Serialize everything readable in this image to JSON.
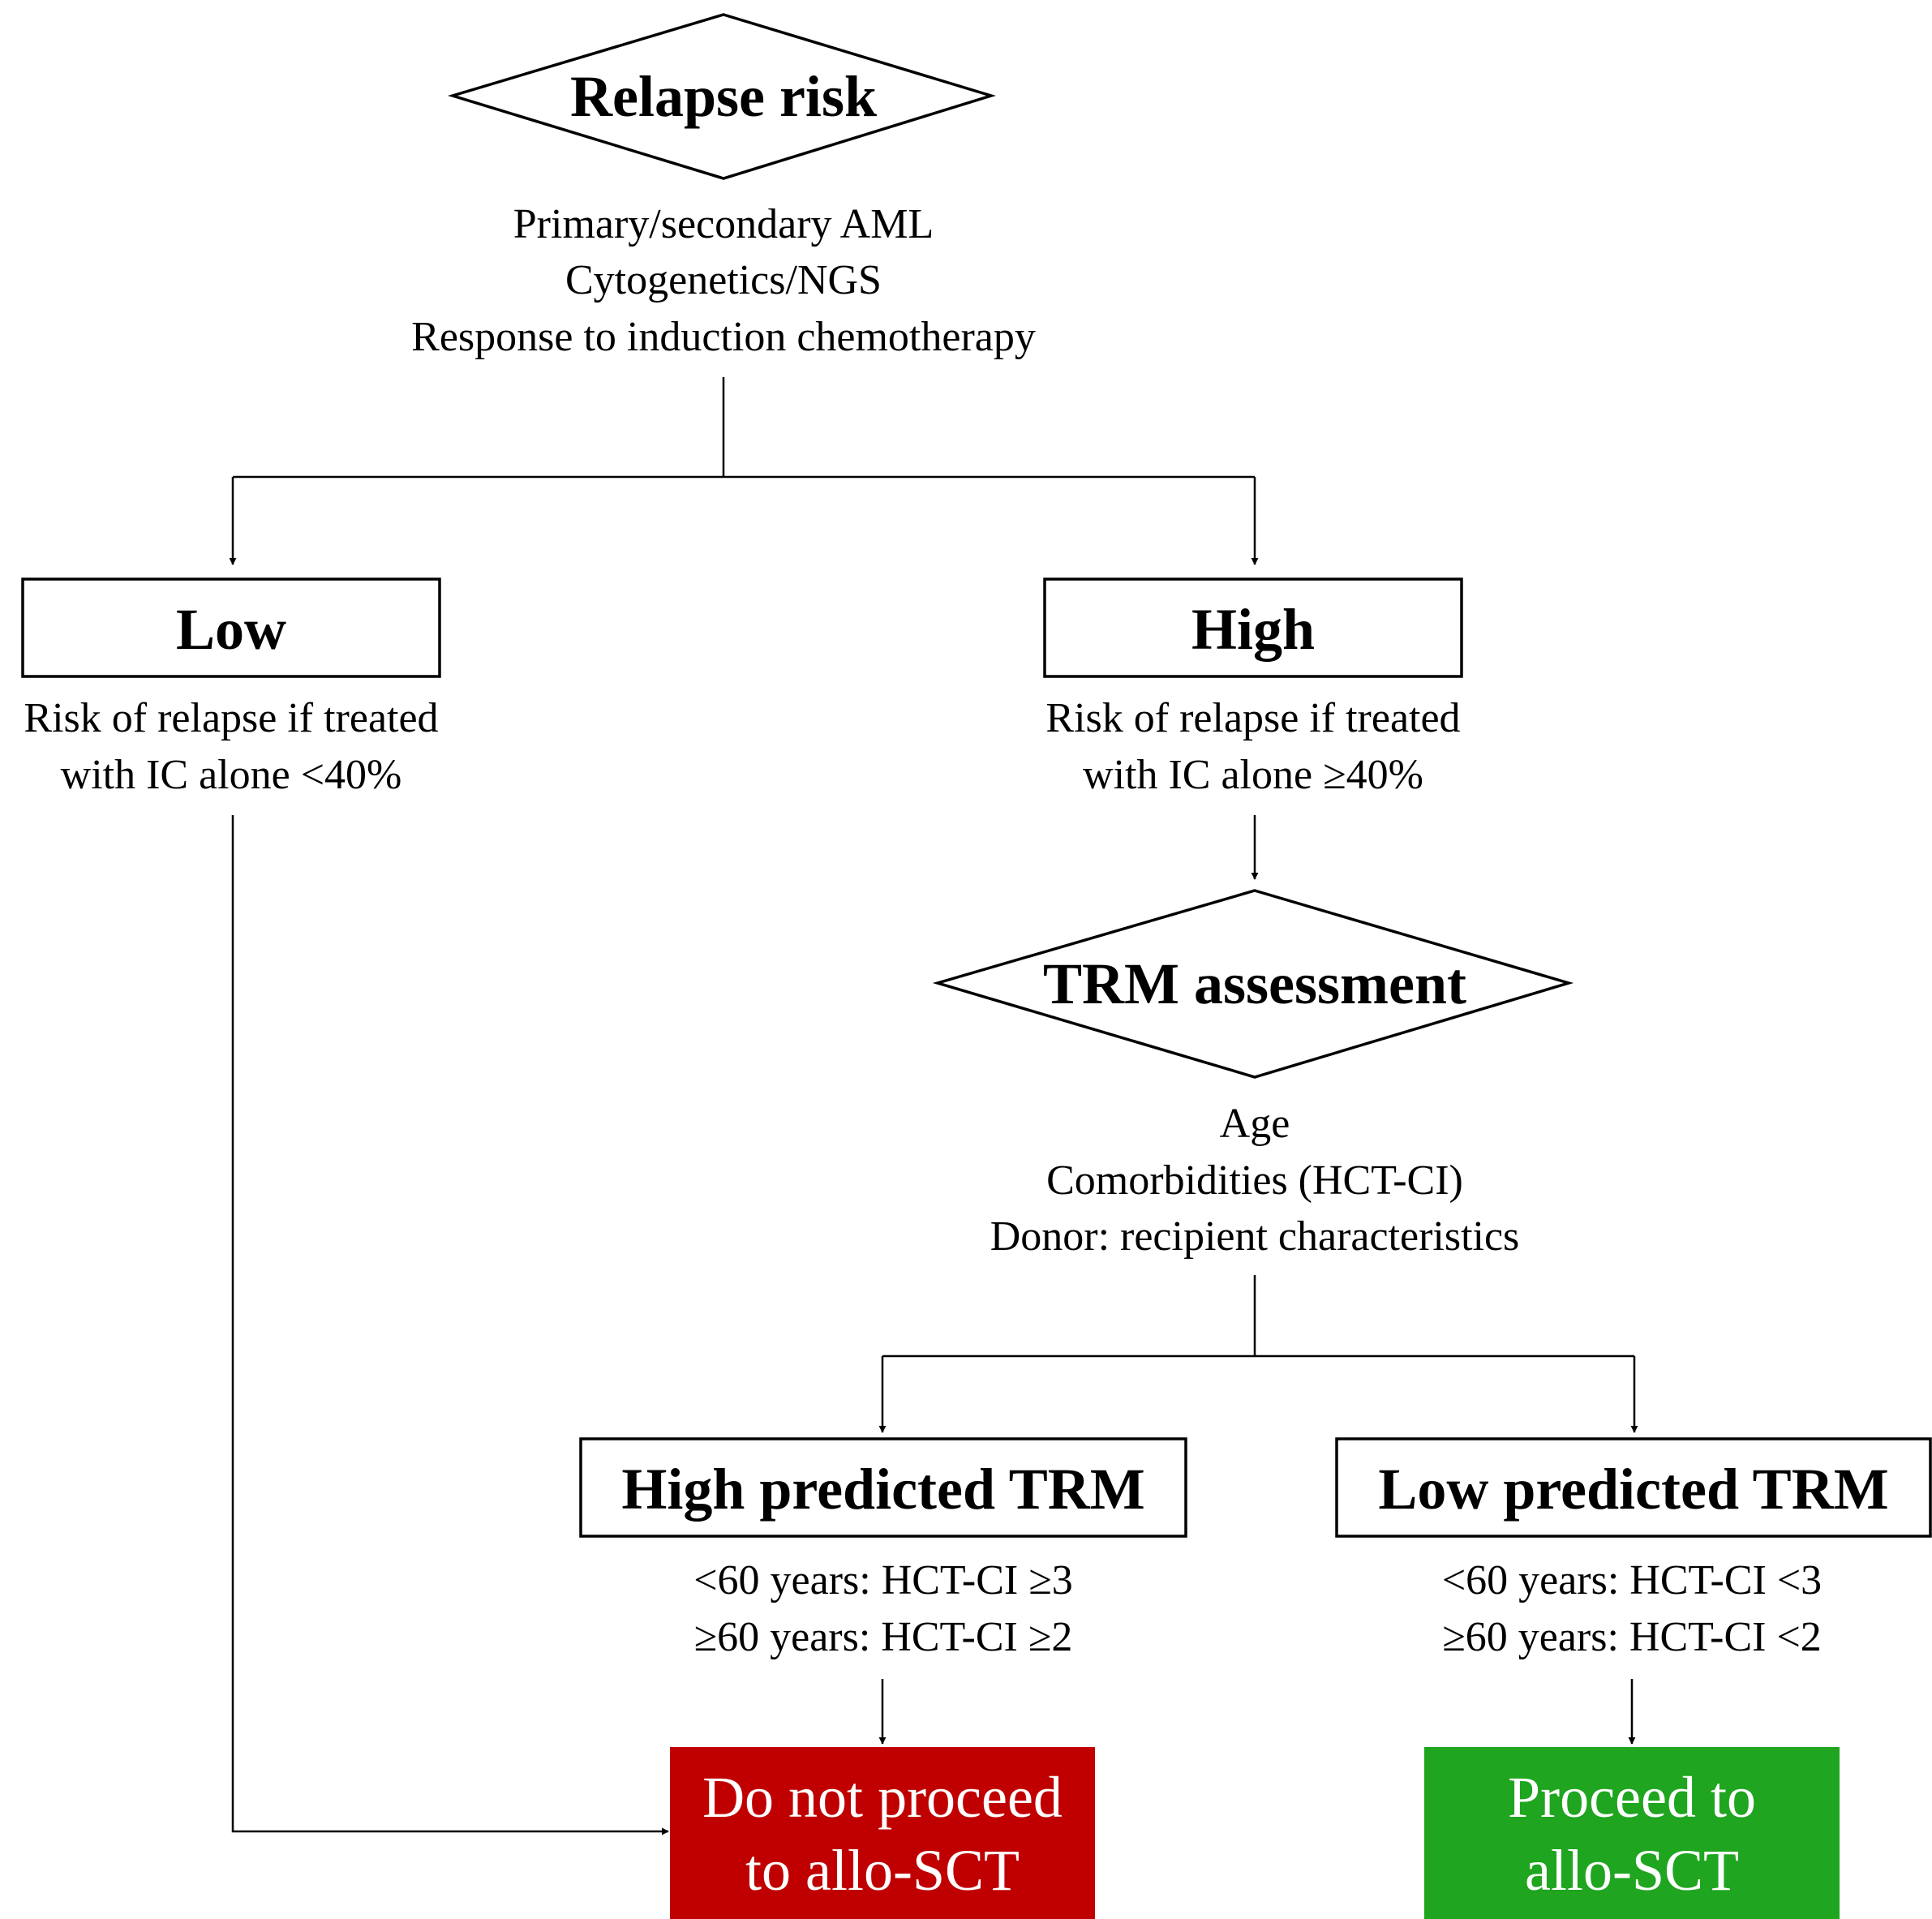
{
  "relapse": {
    "title": "Relapse risk",
    "lines": [
      "Primary/secondary AML",
      "Cytogenetics/NGS",
      "Response to induction chemotherapy"
    ]
  },
  "low": {
    "title": "Low",
    "lines": [
      "Risk of relapse if treated",
      "with IC alone <40%"
    ]
  },
  "high": {
    "title": "High",
    "lines": [
      "Risk of relapse if treated",
      "with IC alone ≥40%"
    ]
  },
  "trm": {
    "title": "TRM assessment",
    "lines": [
      "Age",
      "Comorbidities (HCT-CI)",
      "Donor: recipient characteristics"
    ]
  },
  "high_trm": {
    "title": "High predicted TRM",
    "lines": [
      "<60 years: HCT-CI ≥3",
      "≥60 years: HCT-CI ≥2"
    ]
  },
  "low_trm": {
    "title": "Low predicted TRM",
    "lines": [
      "<60 years: HCT-CI <3",
      "≥60 years: HCT-CI <2"
    ]
  },
  "no_sct": {
    "lines": [
      "Do not proceed",
      "to allo-SCT"
    ],
    "color": "#c00000"
  },
  "yes_sct": {
    "lines": [
      "Proceed to",
      "allo-SCT"
    ],
    "color": "#1fa51f"
  }
}
